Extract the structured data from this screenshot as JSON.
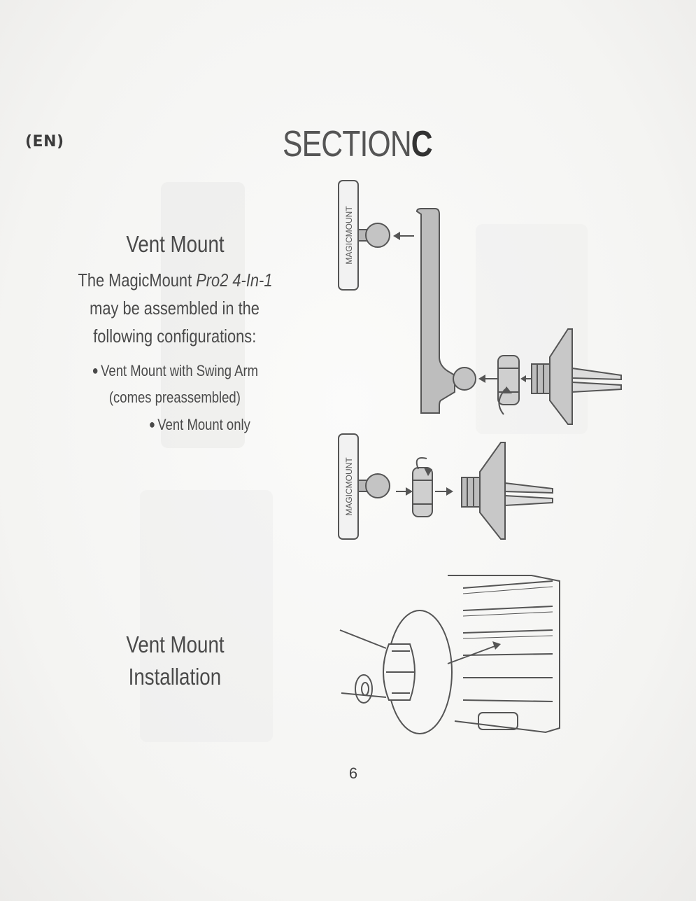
{
  "header": {
    "lang": "(EN)",
    "section_word": "SECTION",
    "section_letter": "C"
  },
  "vent_mount": {
    "heading": "Vent Mount",
    "intro_line1_prefix": "The MagicMount ",
    "intro_line1_italic": "Pro2 4-In-1",
    "intro_line2": "may be assembled in the",
    "intro_line3": "following configurations:",
    "bullet1_line1": "Vent Mount with Swing Arm",
    "bullet1_line2": "(comes preassembled)",
    "bullet2": "Vent Mount only"
  },
  "installation": {
    "line1": "Vent Mount",
    "line2": "Installation"
  },
  "diagram": {
    "brand_top": "MAGICMOUNT",
    "brand_bottom": "MAGICMOUNT"
  },
  "page_number": "6",
  "colors": {
    "line": "#555555",
    "fill": "#bdbdbd",
    "fill_light": "#d4d4d4"
  }
}
